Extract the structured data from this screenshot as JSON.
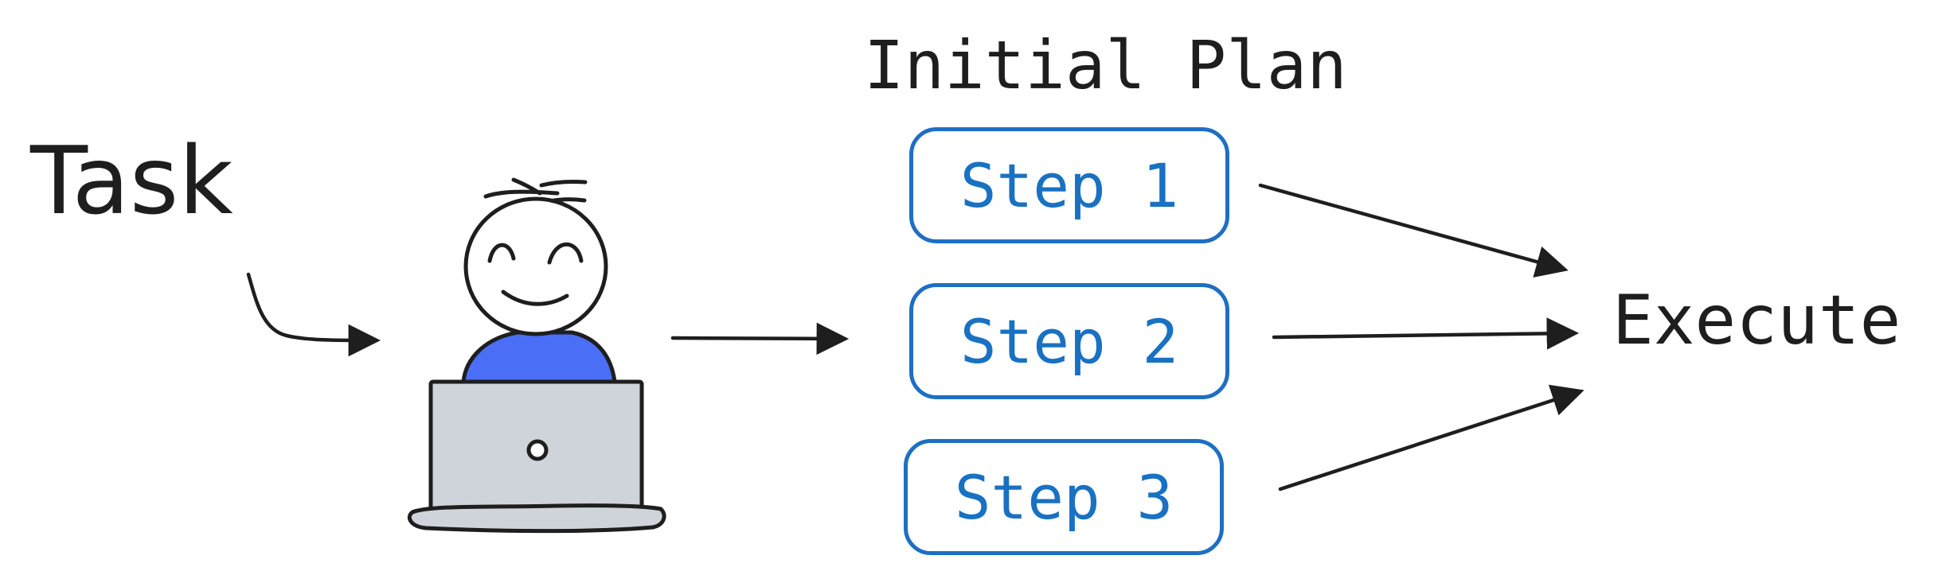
{
  "diagram": {
    "task_label": "Task",
    "plan_title": "Initial Plan",
    "steps": [
      {
        "label": "Step 1"
      },
      {
        "label": "Step 2"
      },
      {
        "label": "Step 3"
      }
    ],
    "execute_label": "Execute"
  },
  "colors": {
    "ink": "#1e1e1e",
    "step_blue": "#1971c2",
    "shirt_blue": "#4a6ef5",
    "laptop_gray": "#ced4da"
  },
  "icons": [
    "person-at-laptop-icon",
    "arrow-icon"
  ]
}
